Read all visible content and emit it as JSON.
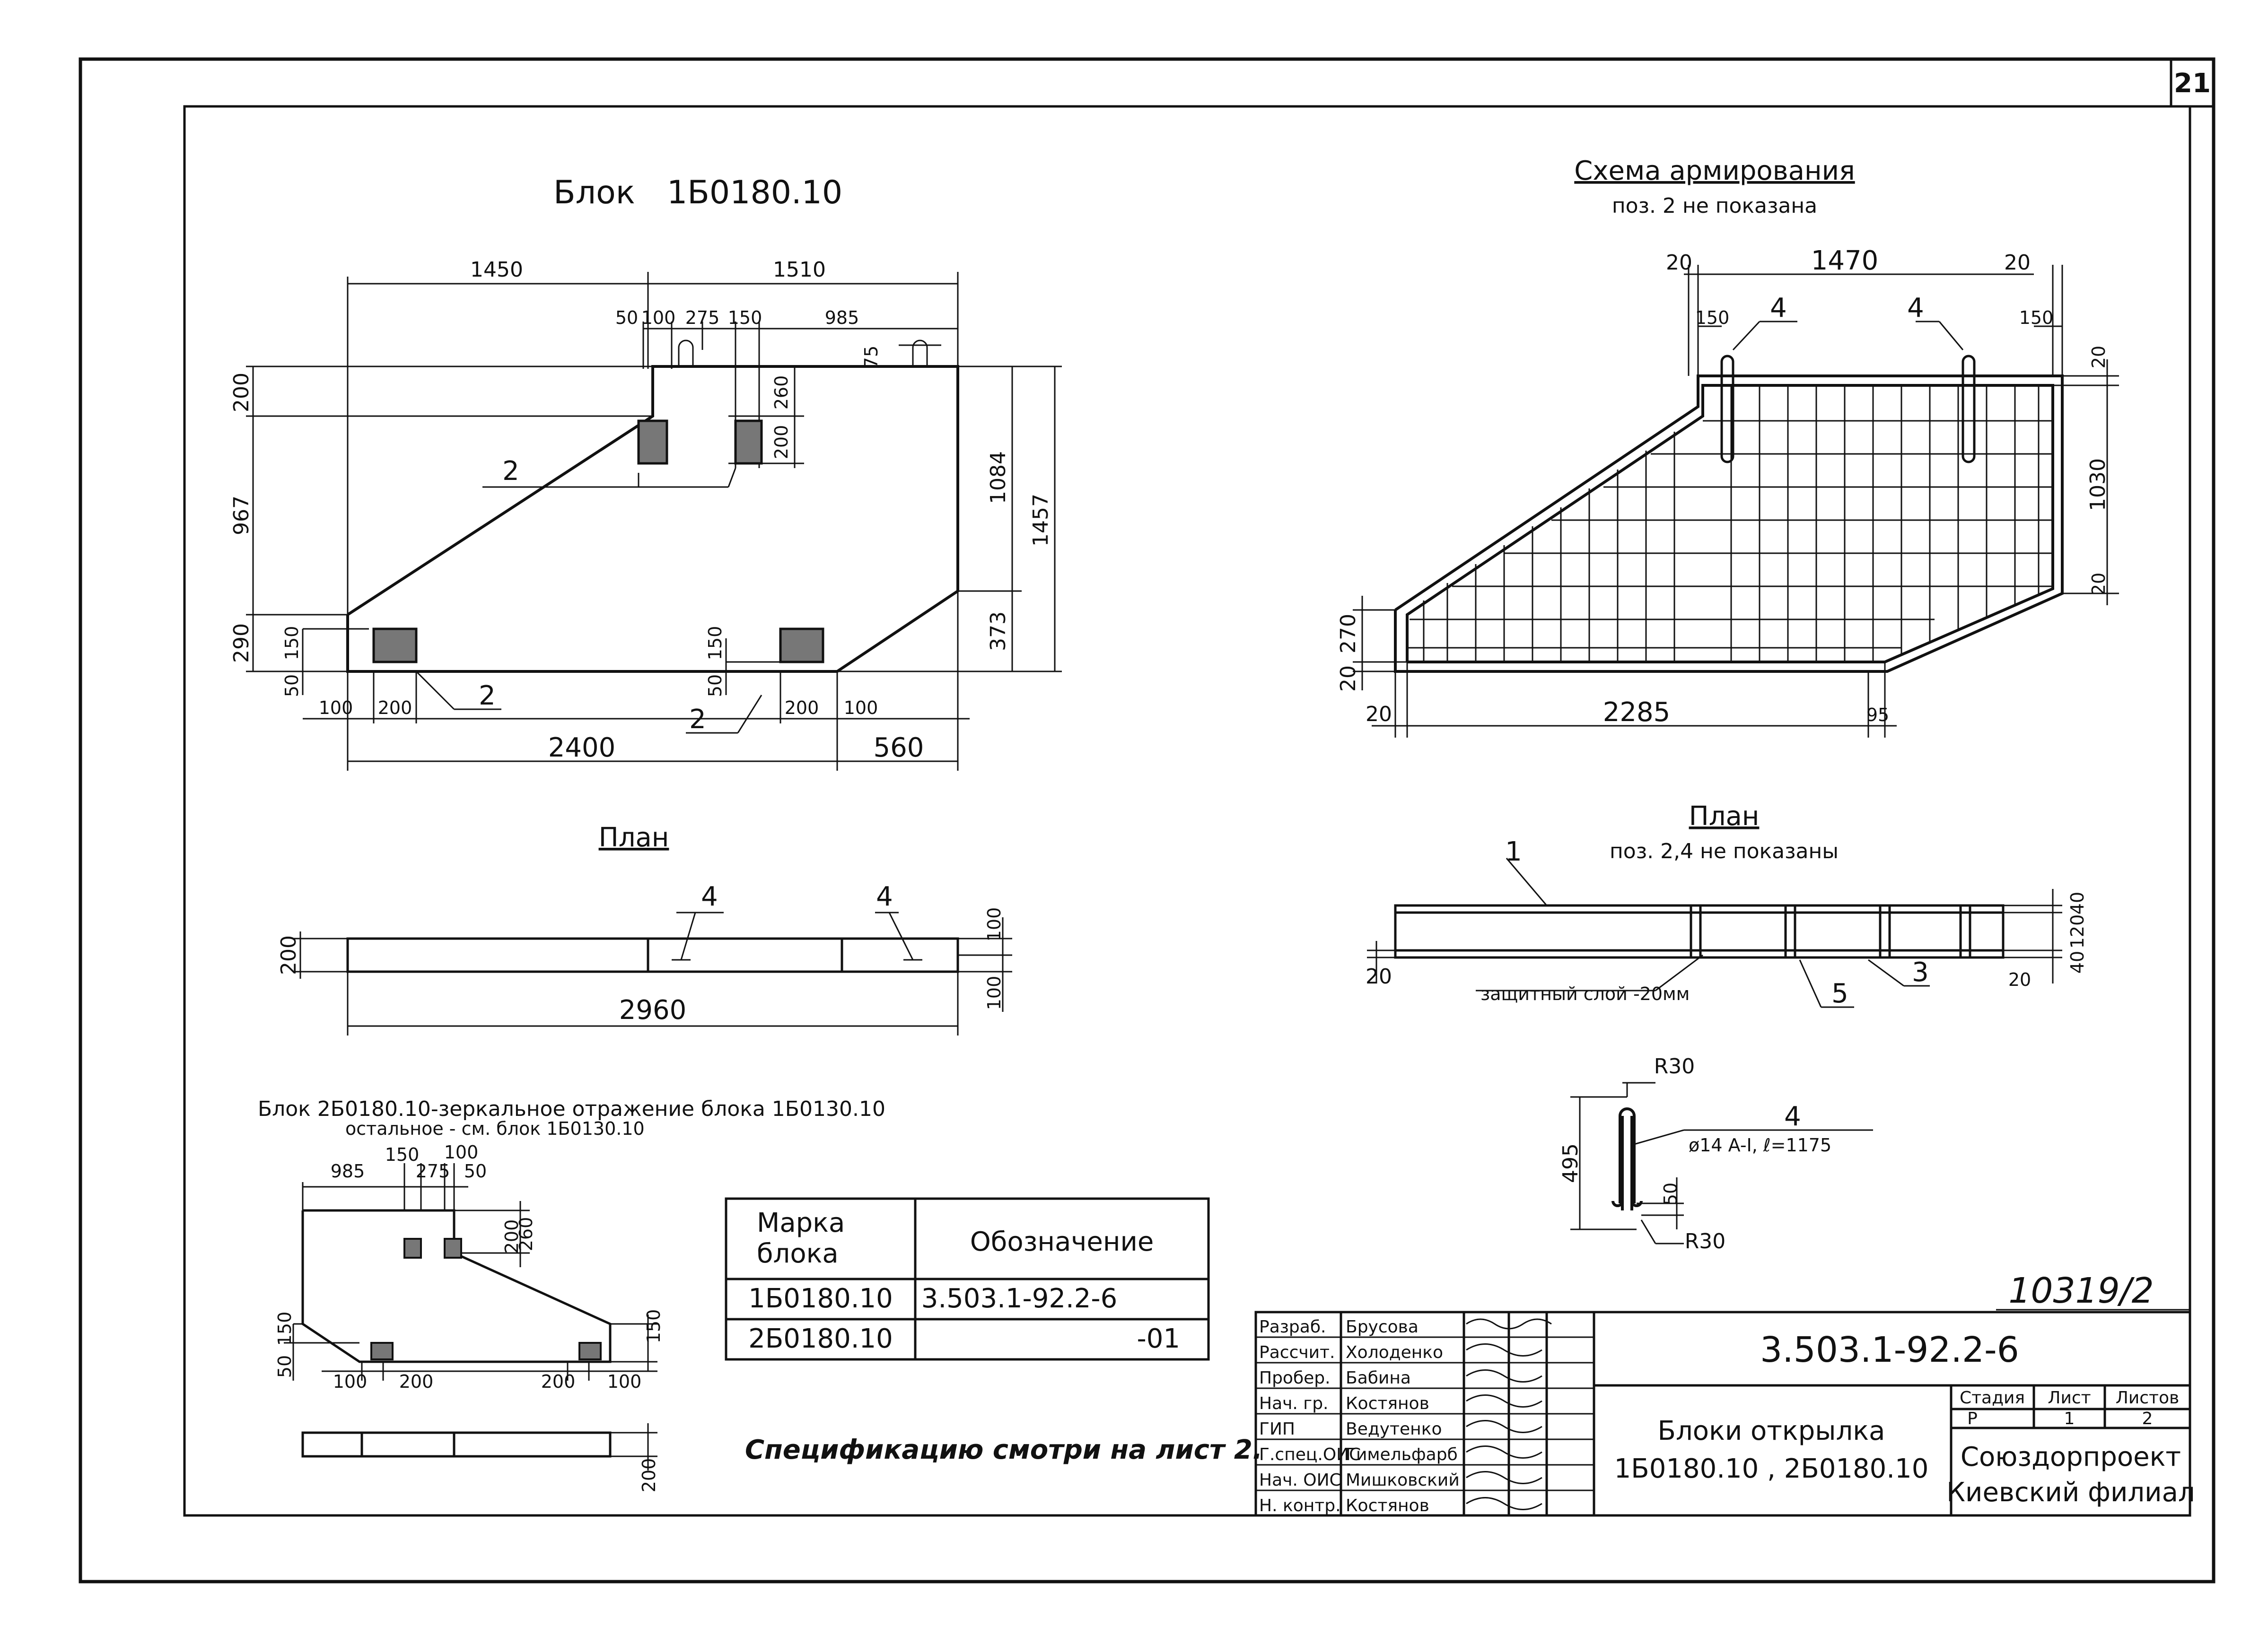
{
  "sheet_number": "21",
  "archive_number": "10319/2",
  "block_view": {
    "title": "Блок",
    "code": "1Б0180.10",
    "dims": {
      "top_left": "1450",
      "top_right": "1510",
      "d50": "50",
      "d100": "100",
      "d275": "275",
      "d150": "150",
      "d985": "985",
      "d75": "75",
      "h200": "200",
      "h967": "967",
      "h290": "290",
      "h150": "150",
      "h50": "50",
      "h260": "260",
      "h200b": "200",
      "h1084": "1084",
      "h1457": "1457",
      "h373": "373",
      "h150b": "150",
      "h50b": "50",
      "b100": "100",
      "b200": "200",
      "b200b": "200",
      "b100b": "100",
      "bottom_left": "2400",
      "bottom_right": "560"
    },
    "callouts": [
      "2",
      "2",
      "2"
    ]
  },
  "plan_left": {
    "title": "План",
    "callout_a": "4",
    "callout_b": "4",
    "h200": "200",
    "r100": "100",
    "r100b": "100",
    "length": "2960"
  },
  "mirror": {
    "note_line1": "Блок 2Б0180.10-зеркальное отражение блока 1Б0130.10",
    "note_line2": "остальное - см. блок 1Б0130.10",
    "d985": "985",
    "d150": "150",
    "d275": "275",
    "d100": "100",
    "d50": "50",
    "d200": "200",
    "d260": "260",
    "d150r": "150",
    "d50l": "50",
    "d150l": "150",
    "b100": "100",
    "b200": "200",
    "b200b": "200",
    "b100b": "100",
    "p200": "200"
  },
  "spec_table": {
    "col1_header_1": "Марка",
    "col1_header_2": "блока",
    "col2_header": "Обозначение",
    "rows": [
      {
        "mark": "1Б0180.10",
        "designation": "3.503.1-92.2-6"
      },
      {
        "mark": "2Б0180.10",
        "designation": "-01"
      }
    ]
  },
  "spec_note": "Спецификацию смотри на лист 2.",
  "rebar": {
    "title": "Схема армирования",
    "subtitle": "поз. 2 не показана",
    "d20l": "20",
    "d1470": "1470",
    "d20r": "20",
    "d150l": "150",
    "d150r": "150",
    "c4a": "4",
    "c4b": "4",
    "r20": "20",
    "r1030": "1030",
    "r20b": "20",
    "l270": "270",
    "l20": "20",
    "b20": "20",
    "b2285": "2285",
    "b95": "95"
  },
  "plan_right": {
    "title": "План",
    "subtitle": "поз. 2,4 не показаны",
    "c1": "1",
    "c3": "3",
    "c5": "5",
    "protect": "защитный слой -20мм",
    "l20": "20",
    "r40": "40",
    "r120": "120",
    "r40b": "40",
    "r20": "20"
  },
  "hook": {
    "r30_top": "R30",
    "r30_bot": "R30",
    "h495": "495",
    "h50": "50",
    "pos": "4",
    "spec": "ø14 A-I,  ℓ=1175"
  },
  "title_block": {
    "doc_code": "3.503.1-92.2-6",
    "name_line1": "Блоки открылка",
    "name_line2": "1Б0180.10 , 2Б0180.10",
    "stage_label": "Стадия",
    "sheet_label": "Лист",
    "sheets_label": "Листов",
    "stage": "Р",
    "sheet": "1",
    "sheets": "2",
    "org_line1": "Союздорпроект",
    "org_line2": "Киевский филиал",
    "roles": [
      {
        "role": "Разраб.",
        "name": "Брусова"
      },
      {
        "role": "Рассчит.",
        "name": "Холоденко"
      },
      {
        "role": "Пробер.",
        "name": "Бабина"
      },
      {
        "role": "Нач. гр.",
        "name": "Костянов"
      },
      {
        "role": "ГИП",
        "name": "Ведутенко"
      },
      {
        "role": "Г.спец.ОИС",
        "name": "Гимельфарб"
      },
      {
        "role": "Нач. ОИС",
        "name": "Мишковский"
      },
      {
        "role": "Н. контр.",
        "name": "Костянов"
      }
    ]
  }
}
